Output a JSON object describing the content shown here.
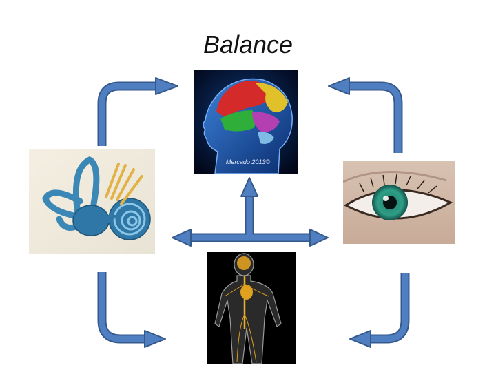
{
  "title": "Balance",
  "brain_credit": "Mercado 2013©",
  "colors": {
    "arrow_fill": "#4f7fc0",
    "arrow_stroke": "#36598c",
    "background": "#ffffff"
  },
  "icons": [
    "brain-head-image",
    "inner-ear-image",
    "eye-image",
    "body-nervous-system-image"
  ]
}
